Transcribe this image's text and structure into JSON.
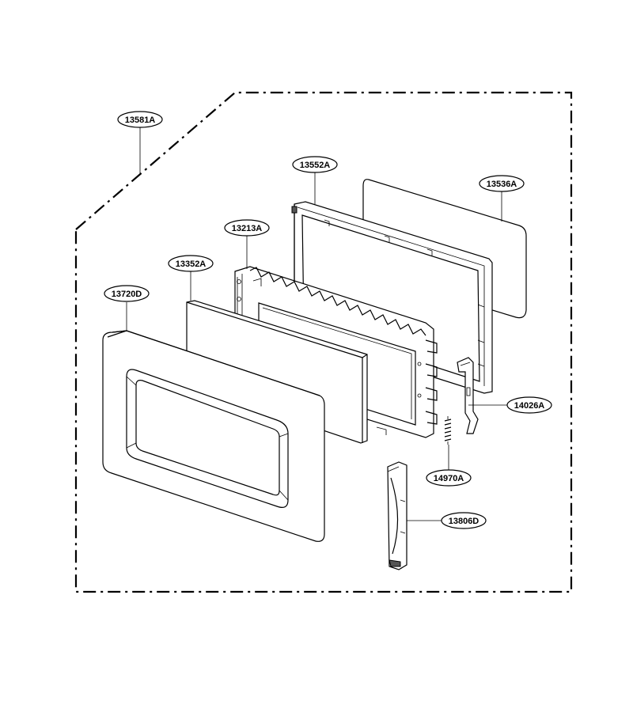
{
  "diagram": {
    "part_labels": [
      {
        "id": "door-assembly",
        "text": "13581A"
      },
      {
        "id": "choke-frame",
        "text": "13552A"
      },
      {
        "id": "window-glass",
        "text": "13536A"
      },
      {
        "id": "inner-door",
        "text": "13213A"
      },
      {
        "id": "screen-panel",
        "text": "13352A"
      },
      {
        "id": "door-frame",
        "text": "13720D"
      },
      {
        "id": "latch-hook",
        "text": "14026A"
      },
      {
        "id": "latch-spring",
        "text": "14970A"
      },
      {
        "id": "door-handle",
        "text": "13806D"
      }
    ]
  }
}
